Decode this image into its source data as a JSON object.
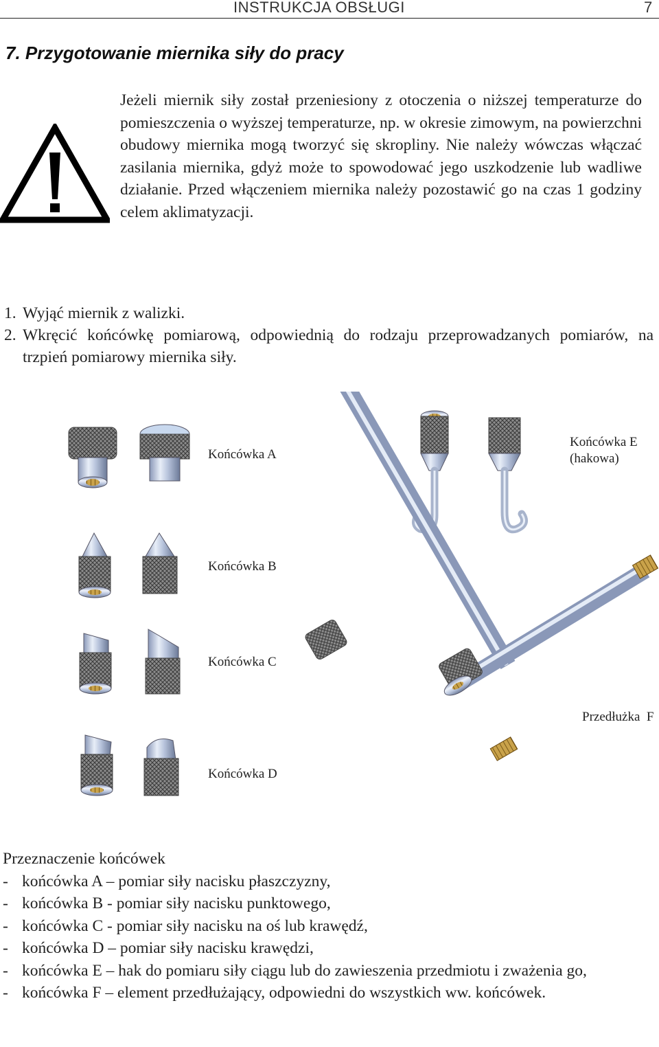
{
  "header": {
    "title": "INSTRUKCJA OBSŁUGI",
    "page_number": "7"
  },
  "section": {
    "title": "7.  Przygotowanie miernika siły do pracy"
  },
  "warning": {
    "icon": "warning-triangle-icon",
    "text": "Jeżeli miernik siły został przeniesiony z otoczenia o niższej temperaturze do pomieszczenia o wyższej temperaturze, np. w okresie zimowym, na powierzchni obudowy miernika mogą tworzyć się skropliny. Nie należy wówczas włączać zasilania miernika, gdyż może to spowodować jego uszkodzenie lub wadliwe działanie. Przed włączeniem miernika należy pozostawić go na czas 1 godziny celem aklimatyzacji."
  },
  "steps": [
    {
      "num": "1.",
      "text": "Wyjąć miernik z walizki."
    },
    {
      "num": "2.",
      "text": "Wkręcić końcówkę pomiarową, odpowiednią do rodzaju przeprowadzanych pomiarów, na trzpień pomiarowy miernika siły."
    }
  ],
  "figure": {
    "label_a": "Końcówka A",
    "label_e_line1": "Końcówka E",
    "label_e_line2": "(hakowa)",
    "label_b": "Końcówka B",
    "label_c": "Końcówka C",
    "label_f": "Przedłużka  F",
    "label_d": "Końcówka D"
  },
  "purpose": {
    "title": "Przeznaczenie końcówek",
    "items": [
      "końcówka A – pomiar siły nacisku płaszczyzny,",
      "końcówka B - pomiar siły nacisku punktowego,",
      "końcówka C - pomiar siły nacisku na oś lub krawędź,",
      "końcówka D – pomiar siły nacisku krawędzi,",
      "końcówka E – hak do pomiaru siły ciągu lub do zawieszenia przedmiotu i zważenia go,",
      "końcówka F – element przedłużający, odpowiedni do wszystkich ww. końcówek."
    ],
    "dash": "-"
  }
}
